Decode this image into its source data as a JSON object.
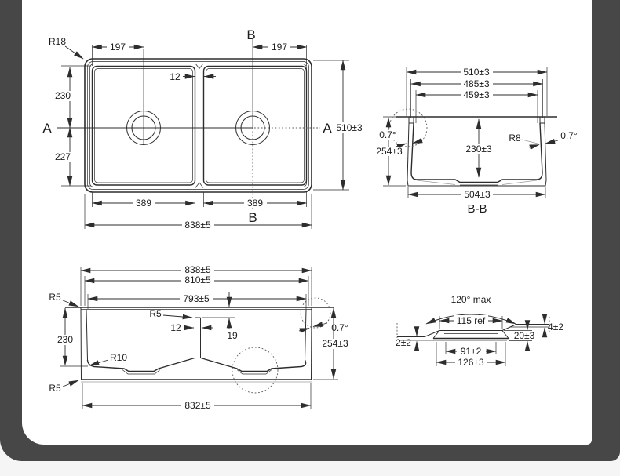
{
  "colors": {
    "photo_bg": "#474747",
    "card_bg": "#ffffff",
    "page_strip": "#f5f5f6",
    "line": "#2d2d2d"
  },
  "top_view": {
    "r18": "R18",
    "d197_left": "197",
    "d197_right": "197",
    "section_b_top": "B",
    "d12": "12",
    "d230": "230",
    "d227": "227",
    "label_a_left": "A",
    "label_a_right": "A",
    "d510": "510±3",
    "d389_left": "389",
    "d389_right": "389",
    "section_b_bottom": "B",
    "d838": "838±5"
  },
  "section_bb": {
    "title": "B-B",
    "d510": "510±3",
    "d485": "485±3",
    "d459": "459±3",
    "angle_left": "0.7°",
    "d254": "254±3",
    "d230": "230±3",
    "r8": "R8",
    "angle_right": "0.7°",
    "d504": "504±3"
  },
  "front_view": {
    "d838": "838±5",
    "d810": "810±5",
    "d793": "793±5",
    "r5_top": "R5",
    "r5_divider": "R5",
    "d12": "12",
    "d19": "19",
    "d230": "230",
    "r10": "R10",
    "angle_right": "0.7°",
    "d254": "254±3",
    "r5_bottom": "R5",
    "d832": "832±5"
  },
  "detail_view": {
    "angle": "120° max",
    "d115": "115 ref",
    "d4": "4±2",
    "d20": "20±3",
    "d2": "2±2",
    "d91": "91±2",
    "d126": "126±3"
  }
}
